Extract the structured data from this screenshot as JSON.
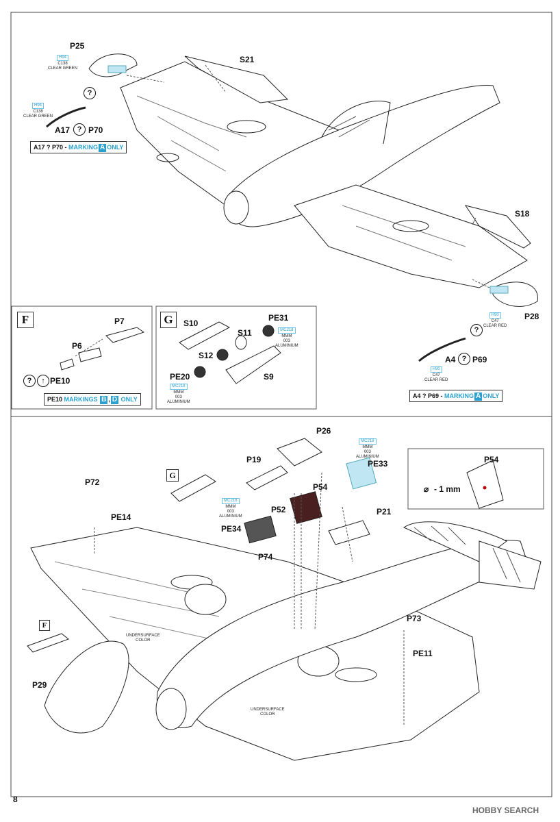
{
  "page_number": "8",
  "watermark": "HOBBY SEARCH",
  "top_section": {
    "labels": {
      "p25": "P25",
      "s21": "S21",
      "s18": "S18",
      "p28": "P28",
      "a17_p70": "A17",
      "p70": "P70",
      "a4": "A4",
      "p69": "P69"
    },
    "q_symbol": "?",
    "tags": {
      "p25": [
        "H94",
        "C138",
        "CLEAR GREEN"
      ],
      "a17": [
        "H94",
        "C138",
        "CLEAR GREEN"
      ],
      "p28": [
        "H90",
        "C47",
        "CLEAR RED"
      ],
      "a4": [
        "H90",
        "C47",
        "CLEAR RED"
      ]
    },
    "note_a17": {
      "prefix": "A17 ? P70 - ",
      "marking": "MARKING",
      "letter": "A",
      "suffix": "ONLY"
    },
    "note_a4": {
      "prefix": "A4 ? P69 - ",
      "marking": "MARKING",
      "letter": "A",
      "suffix": "ONLY"
    }
  },
  "panel_f": {
    "step": "F",
    "labels": {
      "p7": "P7",
      "p6": "P6",
      "pe10": "PE10"
    },
    "note": {
      "prefix": "PE10",
      "marking": "MARKINGS",
      "letters": [
        "B",
        "D"
      ],
      "suffix": "ONLY"
    }
  },
  "panel_g": {
    "step": "G",
    "labels": {
      "s10": "S10",
      "pe31": "PE31",
      "s11": "S11",
      "s12": "S12",
      "pe20": "PE20",
      "s9": "S9"
    },
    "tags": {
      "pe31": [
        "MC218",
        "MMM",
        "003",
        "ALUMINIUM"
      ],
      "pe20": [
        "MC218",
        "MMM",
        "003",
        "ALUMINIUM"
      ]
    }
  },
  "bottom_section": {
    "labels": {
      "p26": "P26",
      "p19": "P19",
      "pe33": "PE33",
      "p54": "P54",
      "p52": "P52",
      "p21": "P21",
      "pe34": "PE34",
      "p74": "P74",
      "p72": "P72",
      "pe14": "PE14",
      "p73": "P73",
      "pe11": "PE11",
      "p29": "P29",
      "g": "G",
      "f": "F"
    },
    "tags": {
      "pe33": [
        "MC218",
        "MMM",
        "003",
        "ALUMINIUM"
      ],
      "pe34": [
        "MC218",
        "MMM",
        "003",
        "ALUMINIUM"
      ]
    },
    "undersurface_1": [
      "UNDERSURFACE",
      "COLOR"
    ],
    "undersurface_2": [
      "UNDERSURFACE",
      "COLOR"
    ],
    "inset": {
      "label": "P54",
      "drill": "- 1 mm"
    }
  },
  "colors": {
    "accent": "#2aa0d0",
    "clear_green": "#bfe6f2"
  }
}
